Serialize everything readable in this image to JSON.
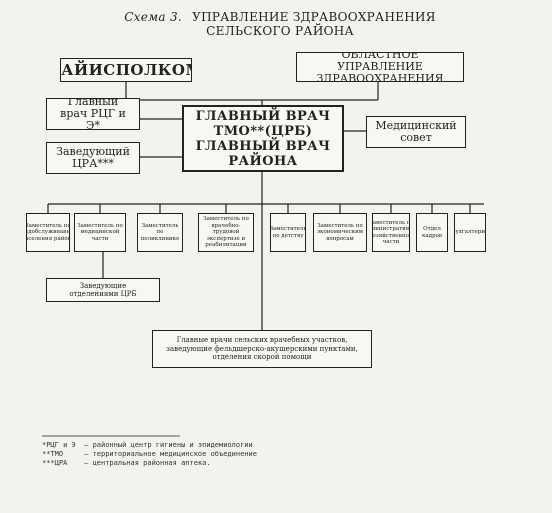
{
  "title": {
    "scheme": "Схема 3.",
    "line1": "УПРАВЛЕНИЕ ЗДРАВООХРАНЕНИЯ",
    "line2": "СЕЛЬСКОГО РАЙОНА"
  },
  "nodes": {
    "raiispolkom": "РАЙИСПОЛКОМ",
    "oblast": "ОБЛАСТНОЕ УПРАВЛЕНИЕ ЗДРАВООХРАНЕНИЯ",
    "glavvrach_rcg": "Главный врач РЦГ и Э*",
    "zav_cra": "Заведующий ЦРА***",
    "main_line1": "ГЛАВНЫЙ ВРАЧ",
    "main_line2": "ТМО**(ЦРБ)",
    "main_line3": "ГЛАВНЫЙ ВРАЧ",
    "main_line4": "РАЙОНА",
    "med_sovet": "Медицинский совет",
    "zav_otdel": "Заведующие отделениями ЦРБ",
    "rural": "Главные врачи сельских врачебных участков, заведующие фельдшерско-акушерскими пунктами, отделения скорой помощи"
  },
  "deputies": [
    "Заместитель по медобслуживанию населения района",
    "Заместитель по медицинской части",
    "Заместитель по поликлинике",
    "Заместитель по врачебно-трудовой экспертизе и реабилитации",
    "Заместитель по детству",
    "Заместитель по экономическим вопросам",
    "Заместитель по административно-хозяйственной части",
    "Отдел кадров",
    "Бухгалтерия"
  ],
  "footnotes": [
    "*РЦГ и Э  — районный центр гигиены и эпидемиологии",
    "**ТМО     — территориальное медицинское объединение",
    "***ЦРА    — центральная районная аптека."
  ]
}
